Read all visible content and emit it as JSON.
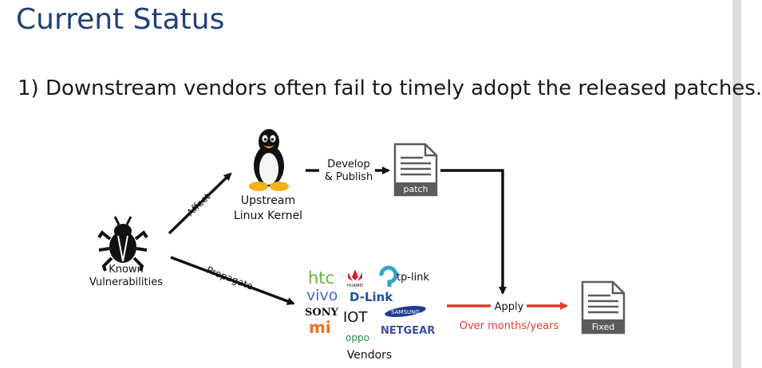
{
  "title": "Current Status",
  "subtitle": "1) Downstream vendors often fail to timely adopt the released patches.",
  "diagram": {
    "known": {
      "line1": "Known",
      "line2": "Vulnerabilities",
      "icon": "bug-icon"
    },
    "upstream": {
      "line1": "Upstream",
      "line2": "Linux Kernel",
      "icon": "tux-icon"
    },
    "patch": {
      "label": "patch",
      "icon": "document-icon"
    },
    "fixed": {
      "label": "Fixed",
      "icon": "document-icon"
    },
    "vendors": {
      "label": "Vendors"
    },
    "edges": {
      "affect": "Affect",
      "propagate": "Propagate",
      "develop_line1": "Develop",
      "develop_line2": "& Publish",
      "apply": "Apply",
      "apply_sub": "Over months/years"
    },
    "logos": {
      "htc": "htc",
      "huawei": "HUAWEI",
      "tplink": "tp-link",
      "vivo": "vivo",
      "dlink": "D-Link",
      "sony": "SONY",
      "iot": "IOT",
      "samsung": "SAMSUNG",
      "mi": "mi",
      "oppo": "oppo",
      "netgear": "NETGEAR"
    },
    "colors": {
      "title": "#1f3f7a",
      "apply_arrow": "#e03a2e",
      "apply_sub": "#e03a2e",
      "doc_fill": "#5b5b5b",
      "htc": "#6cb33e",
      "huawei": "#d61f26",
      "tplink": "#35a3c7",
      "vivo": "#4169c8",
      "dlink": "#1e4fa0",
      "samsung": "#1d3d8f",
      "mi": "#f36f21",
      "oppo": "#1d8e4d",
      "netgear": "#3d4fa3"
    }
  }
}
